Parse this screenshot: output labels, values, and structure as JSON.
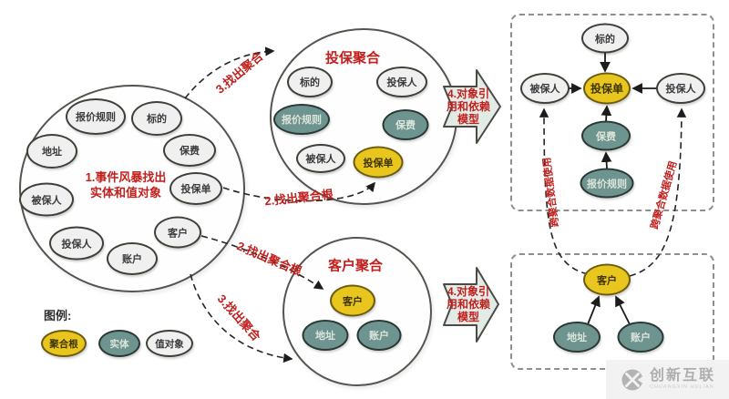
{
  "event_storm": {
    "caption_line1": "1.事件风暴找出",
    "caption_line2": "实体和值对象",
    "nodes": [
      "报价规则",
      "标的",
      "地址",
      "保费",
      "被保人",
      "投保单",
      "投保人",
      "账户",
      "客户"
    ]
  },
  "policy_aggregate": {
    "title": "投保聚合",
    "nodes": [
      "标的",
      "投保人",
      "报价规则",
      "保费",
      "被保人",
      "投保单"
    ]
  },
  "customer_aggregate": {
    "title": "客户聚合",
    "nodes": [
      "客户",
      "地址",
      "账户"
    ]
  },
  "policy_model": {
    "nodes": [
      "标的",
      "被保人",
      "投保单",
      "投保人",
      "保费",
      "报价规则"
    ]
  },
  "customer_model": {
    "nodes": [
      "客户",
      "地址",
      "账户"
    ]
  },
  "steps": {
    "find_aggregate_top": "3.找出聚合",
    "find_root_top": "2.找出聚合根",
    "find_root_bottom": "2.找出聚合根",
    "find_aggregate_bottom": "3.找出聚合",
    "cross_aggregate_left": "跨聚合数据使用",
    "cross_aggregate_right": "跨聚合数据使用",
    "object_ref_line1": "4.对象引",
    "object_ref_line2": "用和依赖",
    "object_ref_line3": "模型"
  },
  "legend": {
    "title": "图例:",
    "aggregate_root": "聚合根",
    "entity": "实体",
    "value_object": "值对象"
  },
  "watermark": {
    "name": "创新互联",
    "caption": "CHUANGXIN HULIAN"
  },
  "colors": {
    "aggregate_root_fill": "#e8c61e",
    "entity_fill": "#6d948e",
    "value_object_fill": "#f0f0f0",
    "step_text": "#c2201d",
    "outline": "#55544e"
  }
}
